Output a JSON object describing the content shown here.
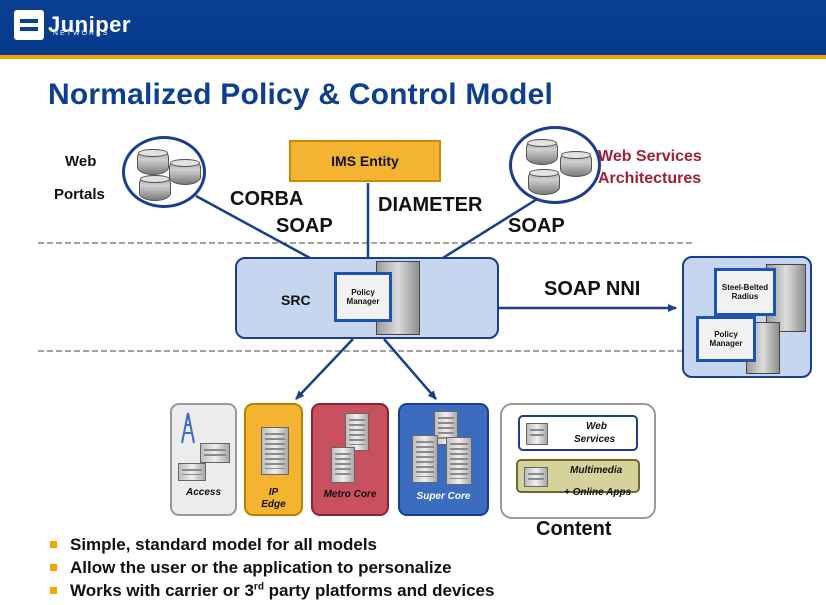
{
  "header": {
    "logo_text": "Juniper",
    "logo_sub": "NETWORKS"
  },
  "title": "Normalized Policy & Control Model",
  "left_source": {
    "line1": "Web",
    "line2": "Portals"
  },
  "ims_entity": "IMS Entity",
  "right_source": {
    "line1": "Web Services",
    "line2": "Architectures"
  },
  "protocols": {
    "corba": "CORBA",
    "soap_left": "SOAP",
    "diameter": "DIAMETER",
    "soap_right": "SOAP",
    "soap_nni": "SOAP NNI"
  },
  "src": {
    "label": "SRC",
    "policy_manager": "Policy Manager"
  },
  "nni": {
    "sbr": "Steel-Belted Radius",
    "policy_manager": "Policy Manager"
  },
  "tiles": {
    "access": "Access",
    "ip_edge_line1": "IP",
    "ip_edge_line2": "Edge",
    "metro_core": "Metro Core",
    "super_core": "Super Core"
  },
  "content": {
    "web_services_line1": "Web",
    "web_services_line2": "Services",
    "multimedia": "Multimedia",
    "online_apps": "+ Online Apps",
    "label": "Content"
  },
  "bullets": {
    "b1": "Simple, standard model for all models",
    "b2": "Allow the user or the application to personalize",
    "b3_pre": "Works with carrier or 3",
    "b3_sup": "rd",
    "b3_post": " party platforms and devices"
  },
  "colors": {
    "header_blue": "#0a3f92",
    "accent_orange": "#f0a500",
    "title_blue": "#0d3f8e",
    "ims_fill": "#f4b331",
    "src_fill": "#c5d6ee",
    "web_services_red": "#a0203a",
    "ip_edge": "#f4b331",
    "metro_core": "#c8505f",
    "super_core": "#3c6cc0"
  },
  "icons": [
    "juniper-logo-icon",
    "database-icon",
    "server-icon",
    "cell-tower-icon",
    "rack-icon",
    "arrow-icon"
  ]
}
